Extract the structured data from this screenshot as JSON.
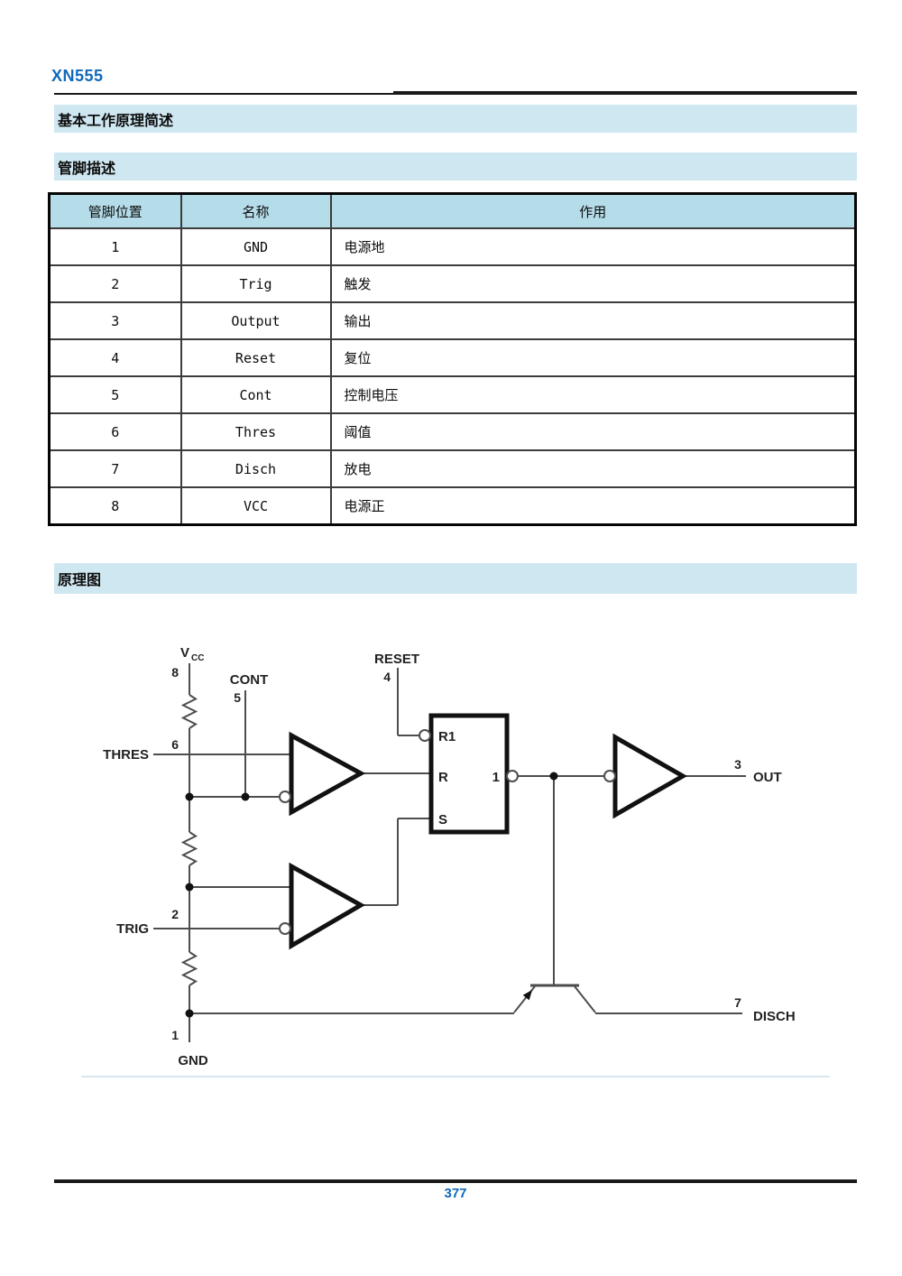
{
  "page": {
    "title": "XN555",
    "page_number": "377"
  },
  "sections": {
    "principle": "基本工作原理简述",
    "pins": "管脚描述",
    "schematic": "原理图"
  },
  "pin_table": {
    "headers": [
      "管脚位置",
      "名称",
      "作用"
    ],
    "rows": [
      [
        "1",
        "GND",
        "电源地"
      ],
      [
        "2",
        "Trig",
        "触发"
      ],
      [
        "3",
        "Output",
        "输出"
      ],
      [
        "4",
        "Reset",
        "复位"
      ],
      [
        "5",
        "Cont",
        "控制电压"
      ],
      [
        "6",
        "Thres",
        "阈值"
      ],
      [
        "7",
        "Disch",
        "放电"
      ],
      [
        "8",
        "VCC",
        "电源正"
      ]
    ]
  },
  "schematic": {
    "labels": {
      "vcc_v": "V",
      "vcc_sub": "CC",
      "pin8": "8",
      "cont": "CONT",
      "pin5": "5",
      "pin6": "6",
      "thres": "THRES",
      "reset": "RESET",
      "pin4": "4",
      "latch_r1": "R1",
      "latch_r": "R",
      "latch_s": "S",
      "latch_out": "1",
      "pin3": "3",
      "out": "OUT",
      "pin2": "2",
      "trig": "TRIG",
      "pin1": "1",
      "gnd": "GND",
      "pin7": "7",
      "disch": "DISCH"
    }
  },
  "colors": {
    "accent_blue": "#1069bb",
    "section_bar_bg": "#cfe7f0",
    "table_header_bg": "#b5dce9"
  }
}
